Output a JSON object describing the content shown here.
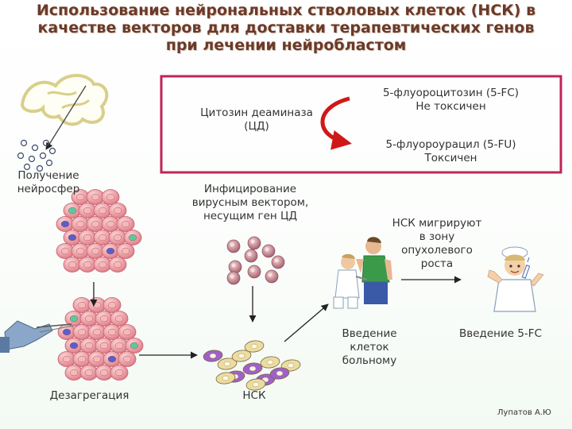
{
  "title": {
    "line1": "Использование нейрональных стволовых клеток (НСК)  в",
    "line2": "качестве векторов для доставки терапевтических генов",
    "line3": "при лечении нейробластом"
  },
  "labels": {
    "neurosphere_1": "Получение",
    "neurosphere_2": "нейросфер",
    "cd_1": "Цитозин деаминаза",
    "cd_2": "(ЦД)",
    "fc_1": "5-флуороцитозин (5-FC)",
    "fc_2": "Не токсичен",
    "fu_1": "5-флуороурацил (5-FU)",
    "fu_2": "Токсичен",
    "infect_1": "Инфицирование",
    "infect_2": "вирусным вектором,",
    "infect_3": "несущим ген ЦД",
    "migrate_1": "НСК мигрируют",
    "migrate_2": "в зону",
    "migrate_3": "опухолевого",
    "migrate_4": "роста",
    "inject_1": "Введение",
    "inject_2": "клеток",
    "inject_3": "больному",
    "inject_5fc": "Введение 5-FC",
    "disaggregation": "Дезагрегация",
    "nsc": "НСК"
  },
  "author": "Лупатов А.Ю",
  "colors": {
    "title": "#6b3a2a",
    "box_border": "#c0245a",
    "arrow_red": "#d01818",
    "cell_pink": "#f0a8a8",
    "cell_green": "#5cc8a0",
    "cell_blue": "#5a5fc8",
    "nsc_yellow": "#ecdca0",
    "nsc_purple": "#a060c8",
    "grey_cell": "#c07a80"
  },
  "icons": [
    "brain-icon",
    "neurosphere-icon",
    "pipette-icon",
    "doctor-icon",
    "patient-icon",
    "nurse-icon",
    "syringe-icon"
  ]
}
